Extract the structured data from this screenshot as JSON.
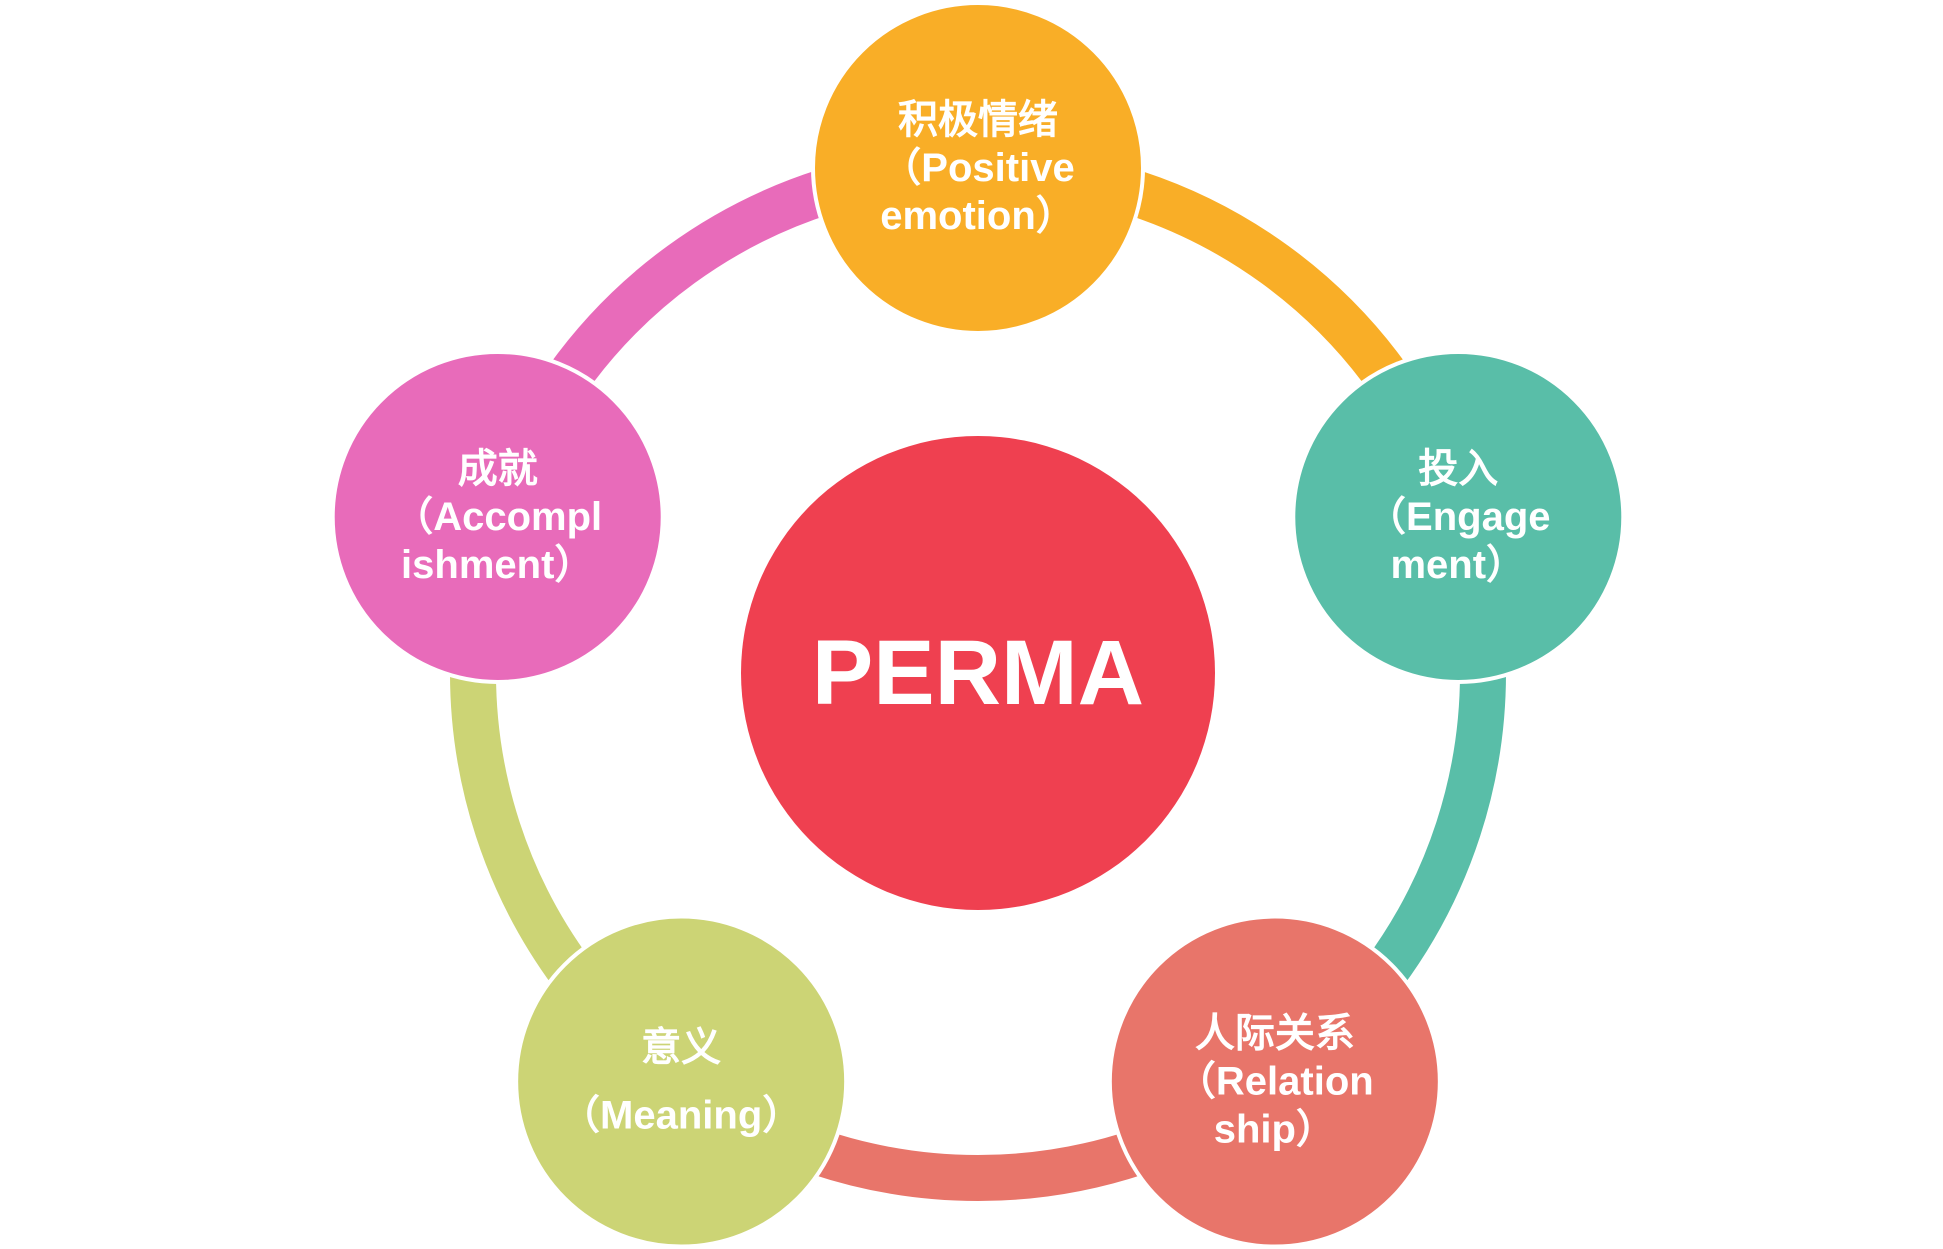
{
  "center": {
    "label": "PERMA",
    "color": "#EF4050"
  },
  "nodes": [
    {
      "id": "positive-emotion",
      "lines": [
        "积极情绪",
        "（Positive",
        "emotion）"
      ],
      "color": "#F9AE27"
    },
    {
      "id": "engagement",
      "lines": [
        "投入",
        "（Engage",
        "ment）"
      ],
      "color": "#59BEA8"
    },
    {
      "id": "relationship",
      "lines": [
        "人际关系",
        "（Relation",
        "ship）"
      ],
      "color": "#E8756A"
    },
    {
      "id": "meaning",
      "lines": [
        "意义",
        "（Meaning）"
      ],
      "color": "#CCD475"
    },
    {
      "id": "accomplishment",
      "lines": [
        "成就",
        "（Accompl",
        "ishment）"
      ],
      "color": "#E86BBA"
    }
  ]
}
